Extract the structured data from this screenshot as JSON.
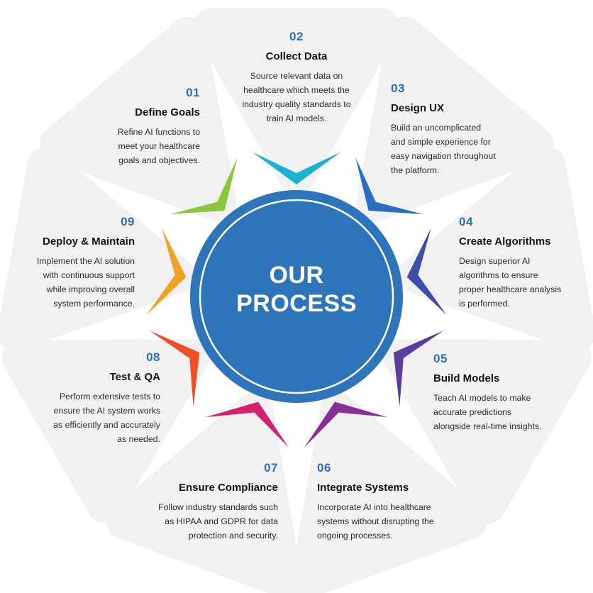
{
  "center": {
    "line1": "OUR",
    "line2": "PROCESS"
  },
  "colors": {
    "petal": "#f1f1f2",
    "circle": "#2d74bb",
    "circle_ring": "#ffffff",
    "number": "#2c6fb8"
  },
  "steps": [
    {
      "num": "01",
      "title": "Define Goals",
      "desc": "Refine AI functions to meet your healthcare goals and objectives.",
      "color": "#8cc63e"
    },
    {
      "num": "02",
      "title": "Collect Data",
      "desc": "Source relevant data on healthcare which meets the industry quality standards to train AI models.",
      "color": "#1ab2cf"
    },
    {
      "num": "03",
      "title": "Design UX",
      "desc": "Build an uncomplicated and simple experience for easy navigation throughout the platform.",
      "color": "#2a6fbf"
    },
    {
      "num": "04",
      "title": "Create Algorithms",
      "desc": "Design superior AI algorithms to ensure proper healthcare analysis is performed.",
      "color": "#3f4ea6"
    },
    {
      "num": "05",
      "title": "Build Models",
      "desc": "Teach AI models to make accurate predictions alongside real-time insights.",
      "color": "#5a3c9e"
    },
    {
      "num": "06",
      "title": "Integrate Systems",
      "desc": "Incorporate AI into healthcare systems without disrupting the ongoing processes.",
      "color": "#8a2f98"
    },
    {
      "num": "07",
      "title": "Ensure Compliance",
      "desc": "Follow industry standards such as HIPAA and GDPR for data protection and security.",
      "color": "#d81f6c"
    },
    {
      "num": "08",
      "title": "Test & QA",
      "desc": "Perform extensive tests to ensure the AI system works as efficiently and accurately as needed.",
      "color": "#ee4f24"
    },
    {
      "num": "09",
      "title": "Deploy & Maintain",
      "desc": "Implement the AI solution with continuous support while improving overall system performance.",
      "color": "#f2a223"
    }
  ]
}
